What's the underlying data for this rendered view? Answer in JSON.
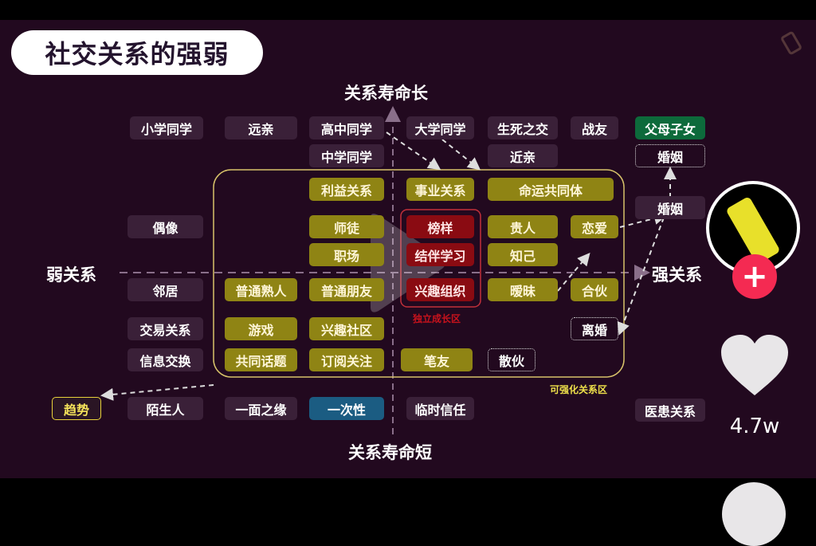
{
  "title": "社交关系的强弱",
  "axes": {
    "top": "关系寿命长",
    "bottom": "关系寿命短",
    "left": "弱关系",
    "right": "强关系"
  },
  "zones": {
    "growth": "独立成长区",
    "strengthen": "可强化关系区"
  },
  "items": {
    "r1": [
      "小学同学",
      "远亲",
      "高中同学",
      "大学同学",
      "生死之交",
      "战友",
      "父母子女"
    ],
    "r2": [
      "中学同学",
      "近亲",
      "婚姻"
    ],
    "r3": [
      "利益关系",
      "事业关系",
      "命运共同体",
      "婚姻"
    ],
    "r4": [
      "偶像",
      "师徒",
      "榜样",
      "贵人",
      "恋爱"
    ],
    "r5": [
      "职场",
      "结伴学习",
      "知己"
    ],
    "r6": [
      "邻居",
      "普通熟人",
      "普通朋友",
      "兴趣组织",
      "暧昧",
      "合伙"
    ],
    "r7": [
      "交易关系",
      "游戏",
      "兴趣社区",
      "离婚"
    ],
    "r8": [
      "信息交换",
      "共同话题",
      "订阅关注",
      "笔友",
      "散伙"
    ],
    "r9": [
      "趋势",
      "陌生人",
      "一面之缘",
      "一次性",
      "临时信任",
      "医患关系"
    ]
  },
  "colors": {
    "background": "#22091f",
    "olive": "#8f8414",
    "red": "#8a0b12",
    "green": "#0d6a3b",
    "blue": "#1b5c82",
    "zone_border": "#d8c36a"
  },
  "side": {
    "likes": "4.7w",
    "icons": [
      "avatar",
      "follow-plus-icon",
      "heart-icon"
    ]
  }
}
